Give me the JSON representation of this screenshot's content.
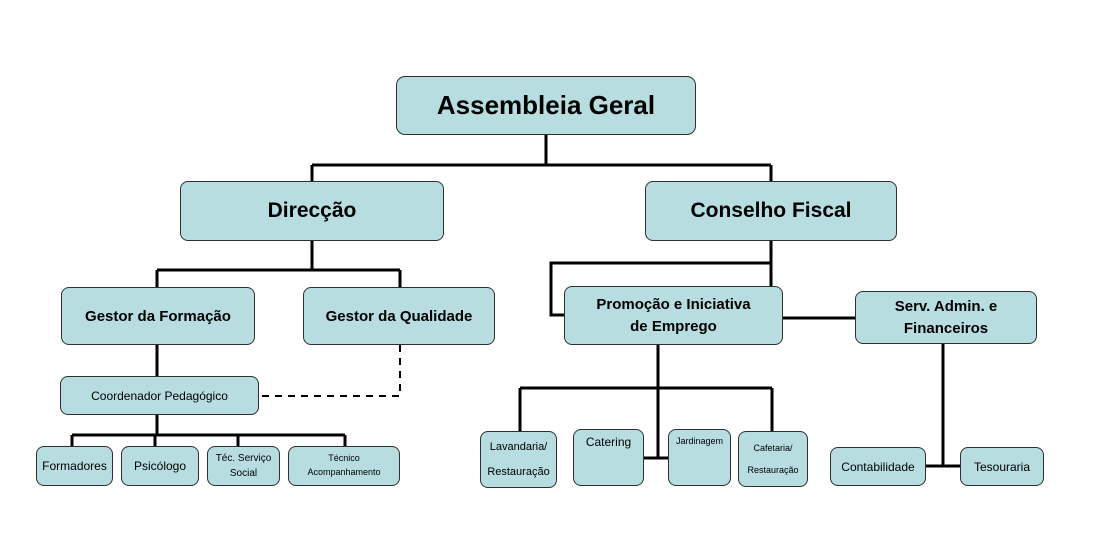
{
  "colors": {
    "node_fill": "#b7dde0",
    "node_border": "#2f2f2f",
    "connector": "#000000"
  },
  "nodes": {
    "assembleia": "Assembleia Geral",
    "direccao": "Direcção",
    "conselho_fiscal": "Conselho Fiscal",
    "gestor_formacao": "Gestor da Formação",
    "gestor_qualidade": "Gestor da Qualidade",
    "promocao": "Promoção e Iniciativa\nde Emprego",
    "serv_admin": "Serv. Admin. e\nFinanceiros",
    "coordenador": "Coordenador Pedagógico",
    "formadores": "Formadores",
    "psicologo": "Psicólogo",
    "tec_servico_social": "Téc. Serviço\nSocial",
    "tecnico_acomp": "Técnico\nAcompanhamento",
    "lavandaria": "Lavandaria/\nRestauração",
    "catering": "Catering",
    "jardinagem": "Jardinagem",
    "cafetaria": "Cafetaria/\nRestauração",
    "contabilidade": "Contabilidade",
    "tesouraria": "Tesouraria"
  }
}
